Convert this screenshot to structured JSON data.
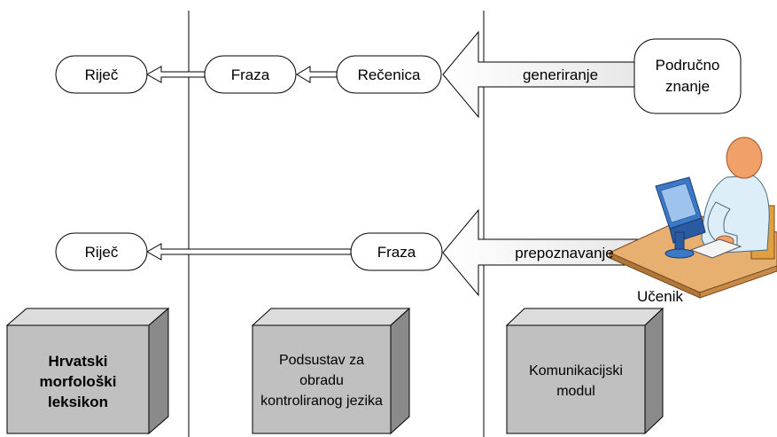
{
  "diagram": {
    "top_flow": {
      "source_label": "Područno znanje",
      "arrow_label": "generiranje",
      "nodes": [
        "Rečenica",
        "Fraza",
        "Riječ"
      ]
    },
    "bottom_flow": {
      "source_label": "Učenik",
      "arrow_label": "prepoznavanje",
      "nodes": [
        "Fraza",
        "Riječ"
      ]
    },
    "modules": [
      {
        "label": "Hrvatski morfološki leksikon",
        "bold": true,
        "fill": "#c0c0c0"
      },
      {
        "label": "Podsustav za obradu kontroliranog jezika",
        "bold": false,
        "fill": "#c0c0c0"
      },
      {
        "label": "Komunikacijski modul",
        "bold": false,
        "fill": "#c0c0c0"
      }
    ]
  },
  "colors": {
    "box_fill": "#c0c0c0",
    "box_side": "#8a8a8a",
    "box_top": "#dcdcdc",
    "arrow_fill": "#ffffff",
    "person_skin": "#f0a068",
    "person_shirt": "#ddeef8",
    "desk": "#e8b070",
    "monitor": "#3a78c8"
  },
  "icons": [
    "person-at-computer-icon"
  ]
}
